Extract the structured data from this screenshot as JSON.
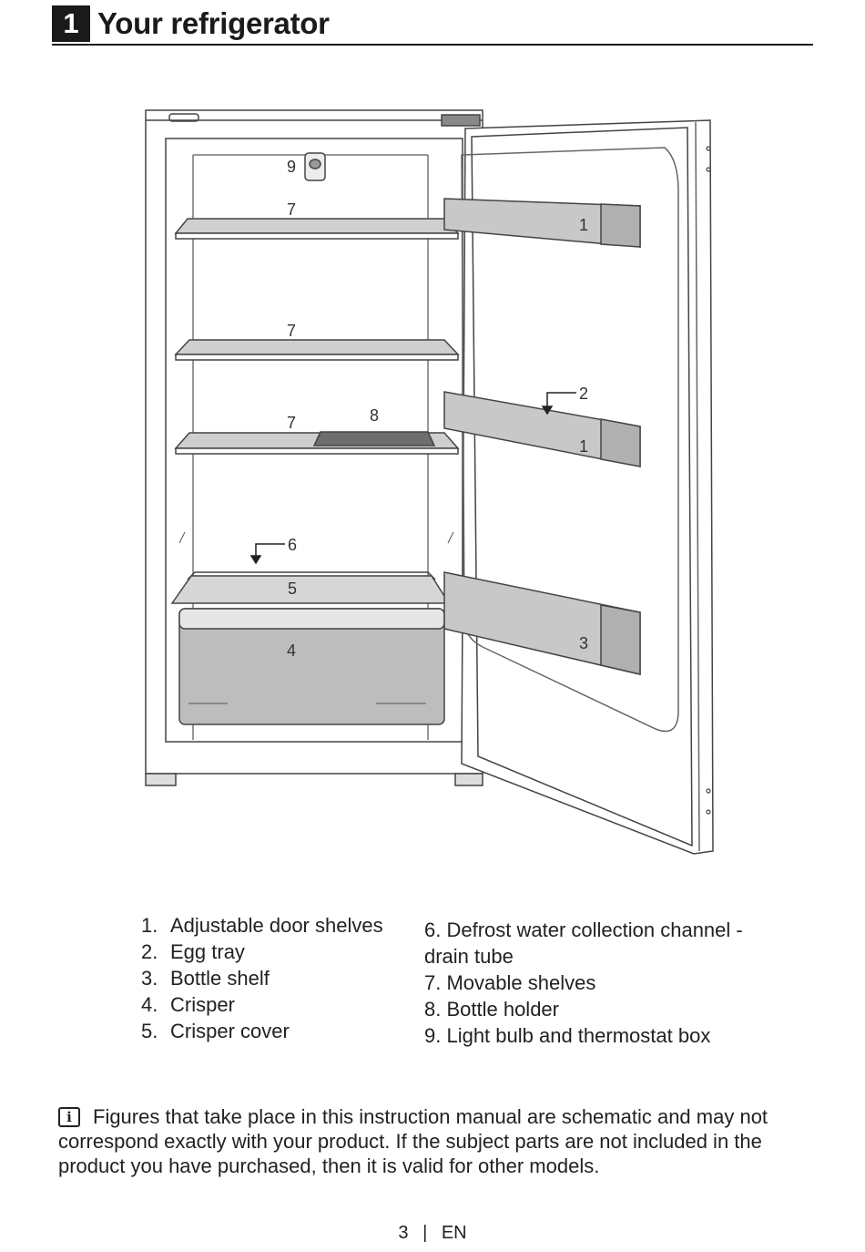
{
  "header": {
    "number": "1",
    "title": "Your refrigerator"
  },
  "callouts": {
    "light_bulb": "9",
    "shelf_top": "7",
    "shelf_mid": "7",
    "shelf_low": "7",
    "bottle_holder": "8",
    "defrost_channel": "6",
    "crisper_cover": "5",
    "crisper": "4",
    "door_shelf_top": "1",
    "egg_tray": "2",
    "door_shelf_mid": "1",
    "bottle_shelf": "3"
  },
  "legend_left": [
    {
      "num": "1.",
      "label": "Adjustable door shelves"
    },
    {
      "num": "2.",
      "label": "Egg tray"
    },
    {
      "num": "3.",
      "label": "Bottle shelf"
    },
    {
      "num": "4.",
      "label": "Crisper"
    },
    {
      "num": "5.",
      "label": "Crisper cover"
    }
  ],
  "legend_right": [
    "6. Defrost water collection channel - drain tube",
    "7. Movable shelves",
    "8. Bottle holder",
    "9. Light bulb and thermostat box"
  ],
  "note": {
    "icon": "info-icon",
    "text": "Figures that take place in this instruction manual are schematic and may not correspond exactly with your product. If the subject parts are not included in the product you have purchased, then it is valid for other models."
  },
  "footer": {
    "page": "3",
    "separator": "|",
    "lang": "EN"
  }
}
